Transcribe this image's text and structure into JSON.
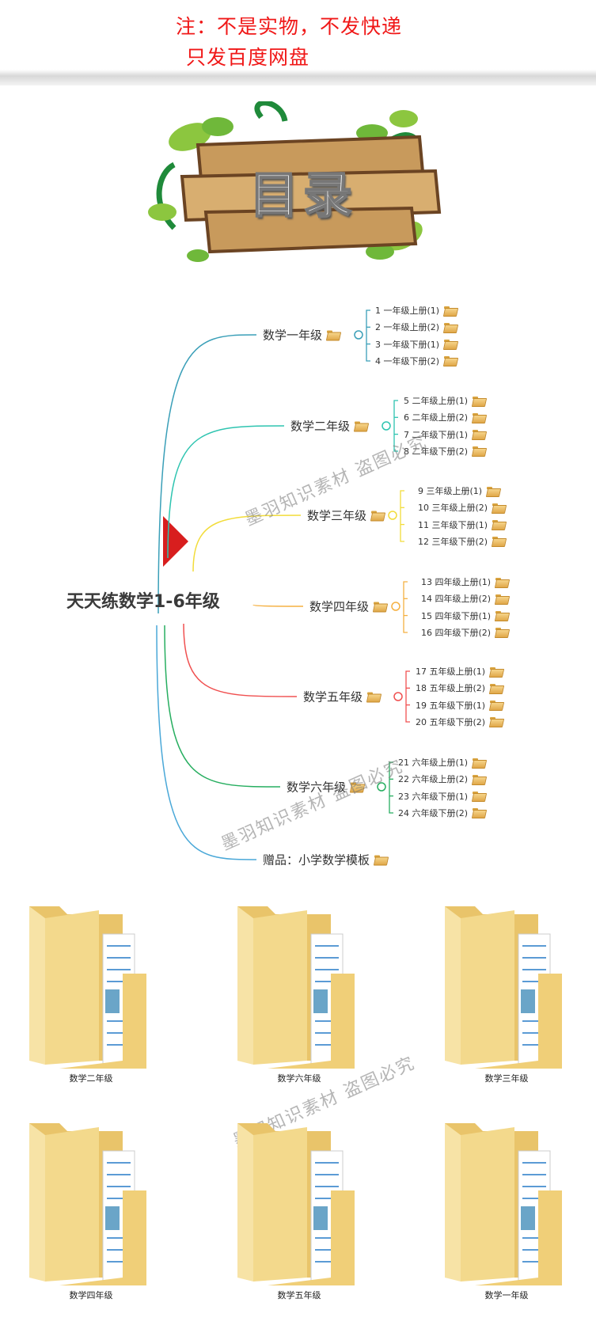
{
  "notice": {
    "line1": "注：不是实物，不发快递",
    "line2": "只发百度网盘"
  },
  "sign": {
    "title": "目录"
  },
  "mindmap": {
    "root": "天天练数学1-6年级",
    "branches": [
      {
        "label": "数学一年级",
        "color": "#3a9fb8",
        "items": [
          "1 一年级上册(1)",
          "2 一年级上册(2)",
          "3 一年级下册(1)",
          "4 一年级下册(2)"
        ]
      },
      {
        "label": "数学二年级",
        "color": "#2ec4b0",
        "items": [
          "5 二年级上册(1)",
          "6 二年级上册(2)",
          "7 二年级下册(1)",
          "8 二年级下册(2)"
        ]
      },
      {
        "label": "数学三年级",
        "color": "#f2dc3a",
        "items": [
          "9 三年级上册(1)",
          "10 三年级上册(2)",
          "11 三年级下册(1)",
          "12 三年级下册(2)"
        ]
      },
      {
        "label": "数学四年级",
        "color": "#f5b041",
        "items": [
          "13 四年级上册(1)",
          "14 四年级上册(2)",
          "15 四年级下册(1)",
          "16 四年级下册(2)"
        ]
      },
      {
        "label": "数学五年级",
        "color": "#f05050",
        "items": [
          "17 五年级上册(1)",
          "18 五年级上册(2)",
          "19 五年级下册(1)",
          "20 五年级下册(2)"
        ]
      },
      {
        "label": "数学六年级",
        "color": "#27ae60",
        "items": [
          "21 六年级上册(1)",
          "22 六年级上册(2)",
          "23 六年级下册(1)",
          "24 六年级下册(2)"
        ]
      },
      {
        "label": "赠品：小学数学模板",
        "color": "#4aa8d8",
        "items": []
      }
    ]
  },
  "watermark": "墨羽知识素材 盗图必究",
  "folders": [
    "数学二年级",
    "数学六年级",
    "数学三年级",
    "数学四年级",
    "数学五年级",
    "数学一年级"
  ]
}
